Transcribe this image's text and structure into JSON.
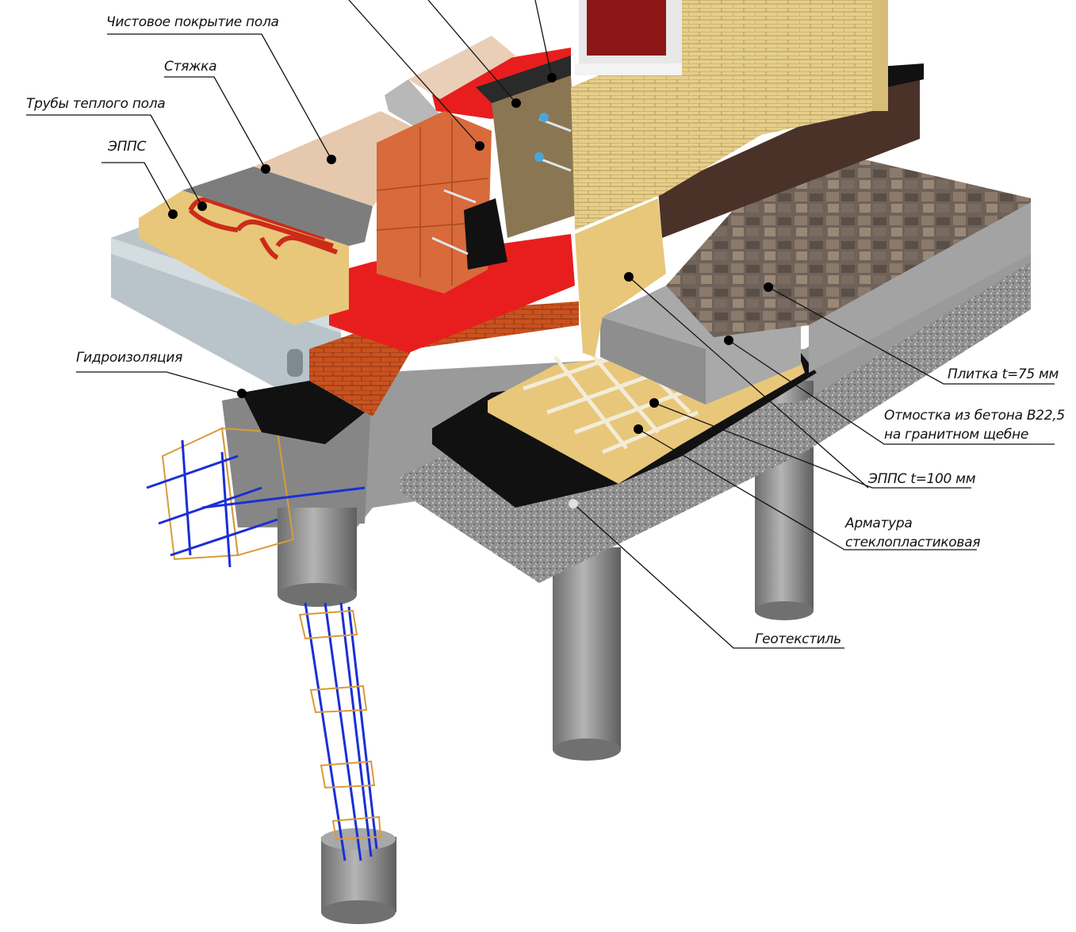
{
  "labels": {
    "finish_floor": "Чистовое покрытие пола",
    "screed": "Стяжка",
    "heated_floor_pipes": "Трубы теплого пола",
    "epps_top": "ЭППС",
    "waterproofing": "Гидроизоляция",
    "tile": "Плитка t=75 мм",
    "blind_area_line1": "Отмостка из бетона В22,5",
    "blind_area_line2": "на гранитном щебне",
    "epps_100": "ЭППС t=100 мм",
    "rebar_line1": "Арматура",
    "rebar_line2": "стеклопластиковая",
    "geotextile": "Геотекстиль"
  },
  "colors": {
    "concrete": "#9a9a9a",
    "brick_red": "#c9521f",
    "insulation_red": "#e81e1e",
    "epps_yellow": "#e8c77a",
    "facing_brick": "#e6cf8c",
    "waterproof_black": "#111111",
    "tile_gray": "#6e6259",
    "rebar_blue": "#1a2fd6"
  }
}
